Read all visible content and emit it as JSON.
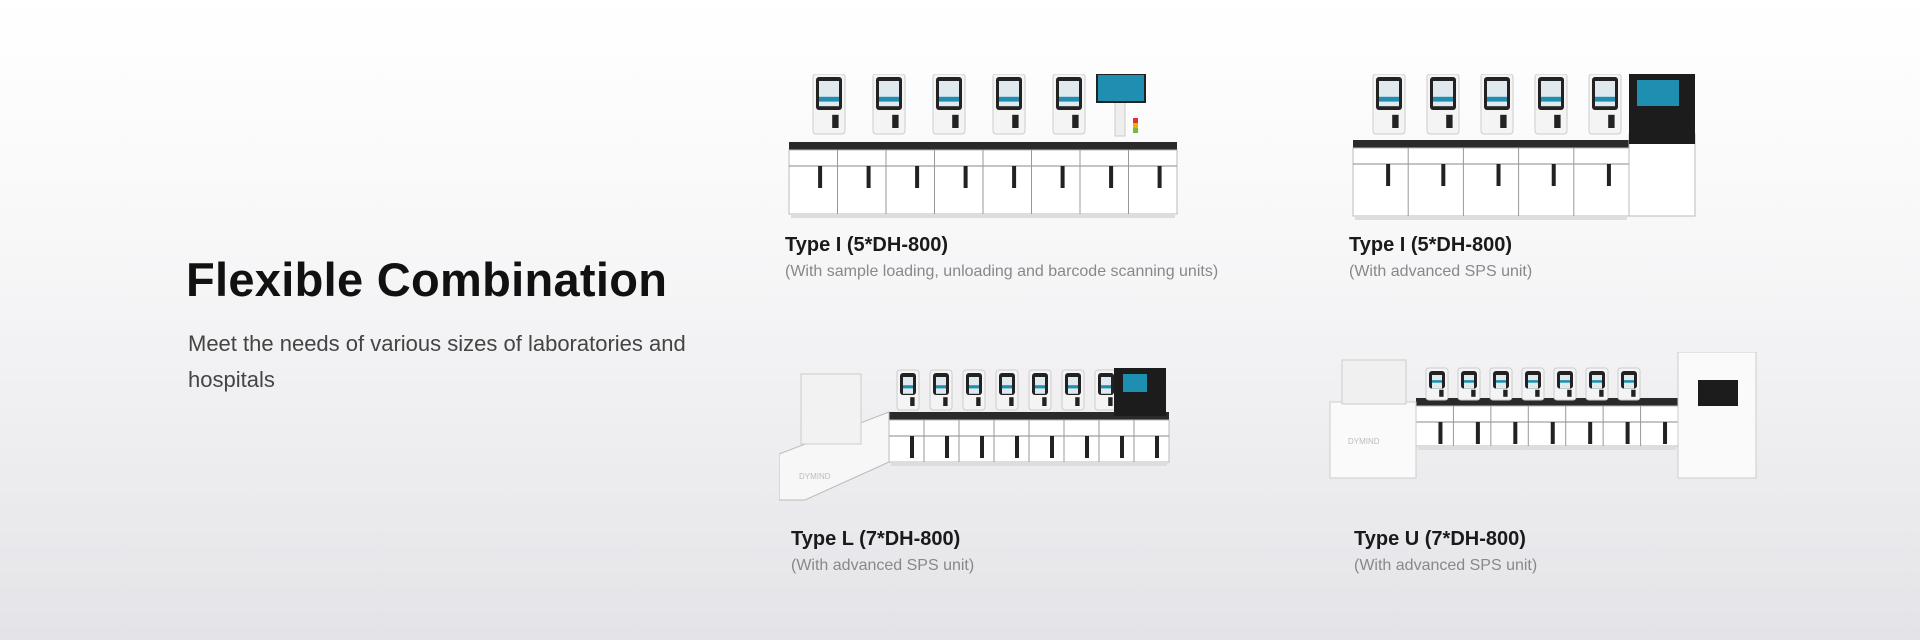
{
  "hero": {
    "title": "Flexible Combination",
    "subtitle": "Meet the needs of various sizes of laboratories and hospitals"
  },
  "configurations": [
    {
      "title": "Type I (5*DH-800)",
      "subtitle": "(With sample loading, unloading and barcode scanning units)"
    },
    {
      "title": "Type I (5*DH-800)",
      "subtitle": "(With advanced SPS unit)"
    },
    {
      "title": "Type L (7*DH-800)",
      "subtitle": "(With advanced SPS unit)",
      "brand_mark": "DYMIND"
    },
    {
      "title": "Type U (7*DH-800)",
      "subtitle": "(With advanced SPS unit)",
      "brand_mark": "DYMIND"
    }
  ],
  "colors": {
    "screen": "#1e8fb0",
    "dark": "#222222",
    "cabinet": "#ffffff"
  }
}
